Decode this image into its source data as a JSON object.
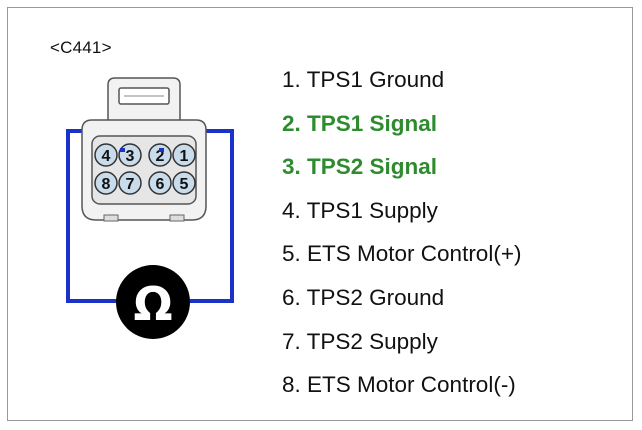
{
  "connector": {
    "id": "<C441>",
    "pins_top_row": [
      "4",
      "3",
      "2",
      "1"
    ],
    "pins_bottom_row": [
      "8",
      "7",
      "6",
      "5"
    ],
    "meter_symbol": "Ω"
  },
  "pins": [
    {
      "label": "1. TPS1 Ground",
      "highlight": false
    },
    {
      "label": "2. TPS1 Signal",
      "highlight": true
    },
    {
      "label": "3. TPS2 Signal",
      "highlight": true
    },
    {
      "label": "4. TPS1 Supply",
      "highlight": false
    },
    {
      "label": "5. ETS Motor Control(+)",
      "highlight": false
    },
    {
      "label": "6. TPS2 Ground",
      "highlight": false
    },
    {
      "label": "7. TPS2 Supply",
      "highlight": false
    },
    {
      "label": "8. ETS Motor Control(-)",
      "highlight": false
    }
  ],
  "colors": {
    "wire": "#1a32c8",
    "highlight_text": "#2e8b2e",
    "connector_fill": "#f2f2f2",
    "pin_fill": "#c8dcec",
    "meter_fill": "#000000"
  }
}
